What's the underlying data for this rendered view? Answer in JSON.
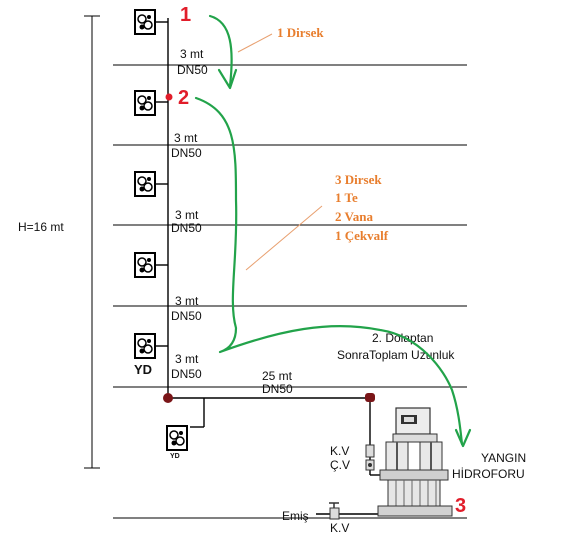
{
  "height_label": "H=16 mt",
  "floors": [
    {
      "length": "3 mt",
      "size": "DN50"
    },
    {
      "length": "3 mt",
      "size": "DN50"
    },
    {
      "length": "3 mt",
      "size": "DN50"
    },
    {
      "length": "3 mt",
      "size": "DN50"
    },
    {
      "length": "3 mt",
      "size": "DN50"
    }
  ],
  "horizontal_pipe": {
    "length": "25 mt",
    "size": "DN50"
  },
  "cabinet_label": "YD",
  "basement_cabinet_label": "YD",
  "annotations": {
    "step1": "1",
    "step2": "2",
    "step3": "3",
    "fittings_a": [
      "1 Dirsek"
    ],
    "fittings_b": [
      "3 Dirsek",
      "1 Te",
      "2 Vana",
      "1 Çekvalf"
    ],
    "total_note": [
      "2. Dolaptan",
      "SonraToplam Uzunluk"
    ]
  },
  "equipment": {
    "valves": [
      "K.V",
      "Ç.V"
    ],
    "pump_title": [
      "YANGIN",
      "HİDROFORU"
    ],
    "suction": "Emiş",
    "suction_valve": "K.V"
  },
  "colors": {
    "pipe": "#000000",
    "node": "#7a1518",
    "red_marker": "#e11d2a",
    "green_arrow": "#22a34a",
    "annotation": "#e87e2e",
    "leader": "#e8a070"
  }
}
